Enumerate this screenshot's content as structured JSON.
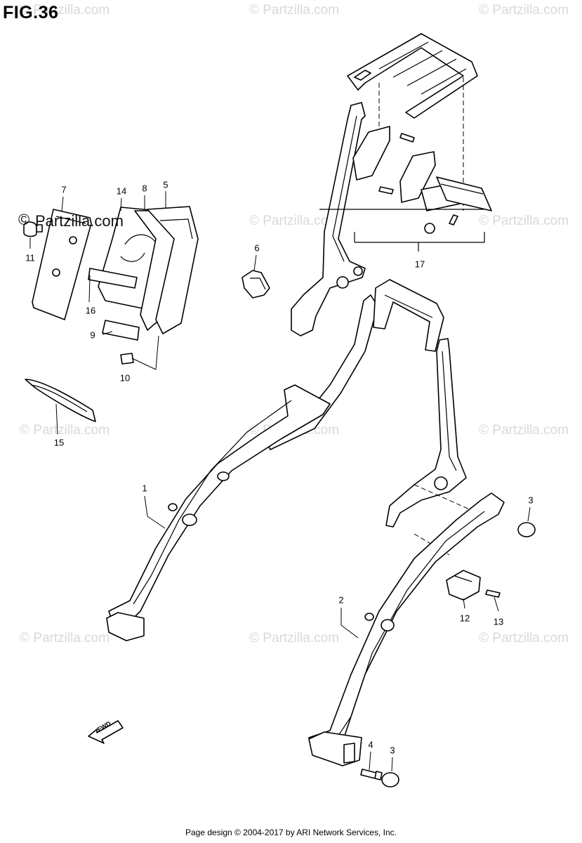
{
  "figure": {
    "title": "FIG.36"
  },
  "brand": {
    "logo_text": "Partzilla.com"
  },
  "watermark": {
    "text": "© Partzilla.com"
  },
  "callouts": [
    {
      "id": "7",
      "label": "7"
    },
    {
      "id": "14",
      "label": "14"
    },
    {
      "id": "8",
      "label": "8"
    },
    {
      "id": "5",
      "label": "5"
    },
    {
      "id": "11",
      "label": "11"
    },
    {
      "id": "16",
      "label": "16"
    },
    {
      "id": "9",
      "label": "9"
    },
    {
      "id": "10",
      "label": "10"
    },
    {
      "id": "6",
      "label": "6"
    },
    {
      "id": "17",
      "label": "17"
    },
    {
      "id": "15",
      "label": "15"
    },
    {
      "id": "1",
      "label": "1"
    },
    {
      "id": "3a",
      "label": "3"
    },
    {
      "id": "2",
      "label": "2"
    },
    {
      "id": "12",
      "label": "12"
    },
    {
      "id": "13",
      "label": "13"
    },
    {
      "id": "4",
      "label": "4"
    },
    {
      "id": "3b",
      "label": "3"
    }
  ],
  "fwd_label": "FWD",
  "footer": {
    "text": "Page design © 2004-2017 by ARI Network Services, Inc."
  }
}
